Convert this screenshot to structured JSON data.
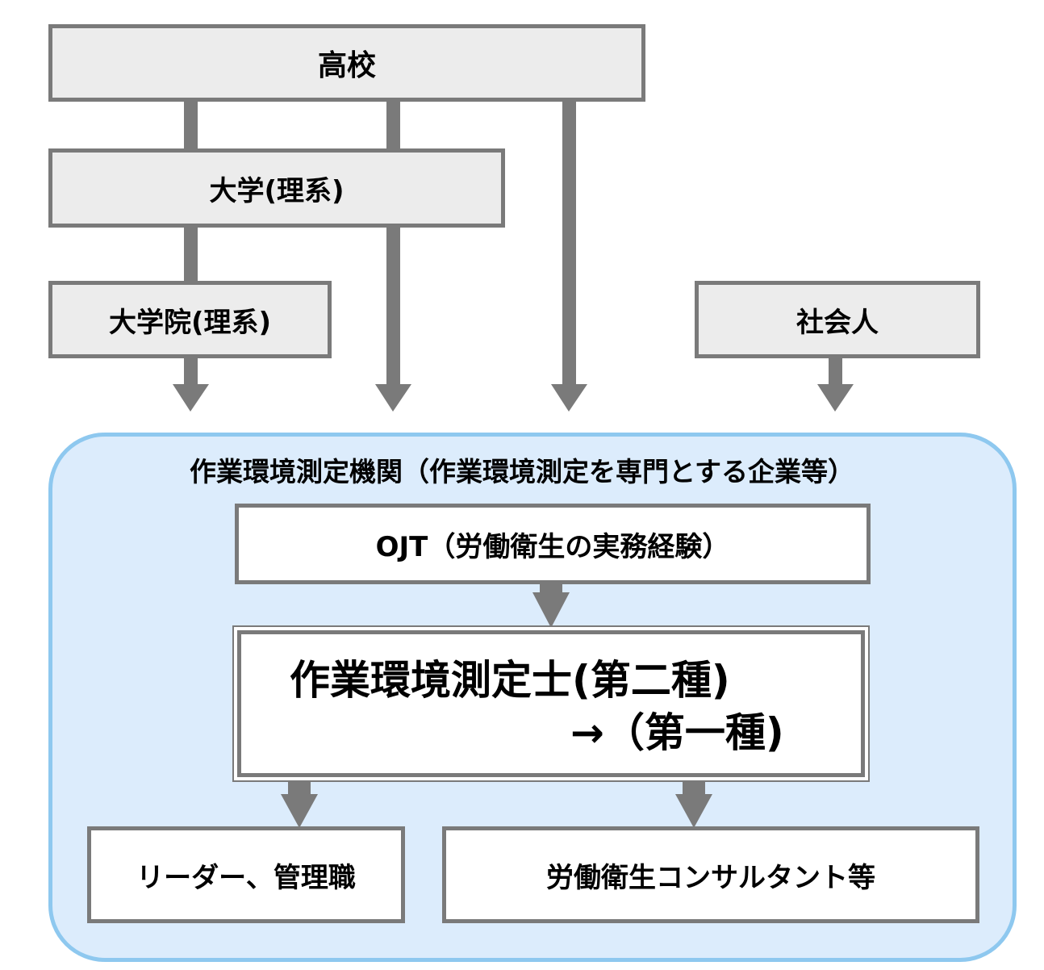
{
  "nodes": {
    "high_school": "高校",
    "university": "大学(理系)",
    "graduate_school": "大学院(理系)",
    "working_adult": "社会人"
  },
  "container": {
    "title": "作業環境測定機関（作業環境測定を専門とする企業等）"
  },
  "ojt": {
    "label": "OJT（労働衛生の実務経験）"
  },
  "certification": {
    "line1": "作業環境測定士(第二種)",
    "line2": "→（第一種)"
  },
  "outcomes": {
    "leader": "リーダー、管理職",
    "consultant": "労働衛生コンサルタント等"
  },
  "colors": {
    "arrow": "#7a7a7a",
    "node_border": "#7a7a7a",
    "node_fill_gray": "#ececec",
    "container_fill": "#dcecfc",
    "container_border": "#8ec8ef"
  }
}
